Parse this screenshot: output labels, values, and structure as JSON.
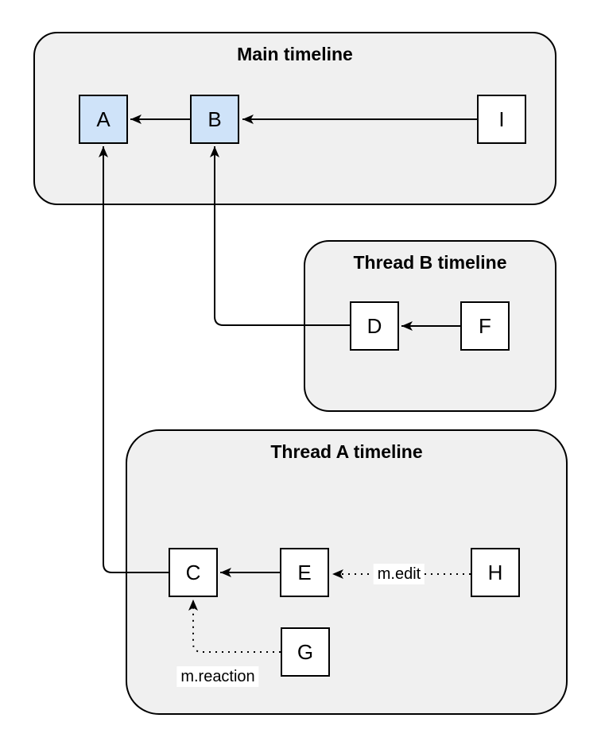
{
  "diagram": {
    "type": "event-graph-diagram",
    "colors": {
      "background": "#ffffff",
      "container_fill": "#f0f0f0",
      "container_border": "#000000",
      "node_fill_default": "#ffffff",
      "node_fill_highlight": "#cfe3f9",
      "node_border": "#000000",
      "edge_color": "#000000",
      "label_background": "#ffffff",
      "text_color": "#000000"
    },
    "containers": [
      {
        "id": "main",
        "title": "Main timeline"
      },
      {
        "id": "thread-b",
        "title": "Thread B timeline"
      },
      {
        "id": "thread-a",
        "title": "Thread A timeline"
      }
    ],
    "nodes": [
      {
        "id": "A",
        "label": "A",
        "container": "main",
        "highlighted": true
      },
      {
        "id": "B",
        "label": "B",
        "container": "main",
        "highlighted": true
      },
      {
        "id": "I",
        "label": "I",
        "container": "main",
        "highlighted": false
      },
      {
        "id": "D",
        "label": "D",
        "container": "thread-b",
        "highlighted": false
      },
      {
        "id": "F",
        "label": "F",
        "container": "thread-b",
        "highlighted": false
      },
      {
        "id": "C",
        "label": "C",
        "container": "thread-a",
        "highlighted": false
      },
      {
        "id": "E",
        "label": "E",
        "container": "thread-a",
        "highlighted": false
      },
      {
        "id": "H",
        "label": "H",
        "container": "thread-a",
        "highlighted": false
      },
      {
        "id": "G",
        "label": "G",
        "container": "thread-a",
        "highlighted": false
      }
    ],
    "edges": [
      {
        "from": "I",
        "to": "B",
        "style": "solid",
        "label": ""
      },
      {
        "from": "B",
        "to": "A",
        "style": "solid",
        "label": ""
      },
      {
        "from": "F",
        "to": "D",
        "style": "solid",
        "label": ""
      },
      {
        "from": "D",
        "to": "B",
        "style": "solid",
        "label": ""
      },
      {
        "from": "E",
        "to": "C",
        "style": "solid",
        "label": ""
      },
      {
        "from": "C",
        "to": "A",
        "style": "solid",
        "label": ""
      },
      {
        "from": "H",
        "to": "E",
        "style": "dotted",
        "label": "m.edit"
      },
      {
        "from": "G",
        "to": "C",
        "style": "dotted",
        "label": "m.reaction"
      }
    ]
  }
}
